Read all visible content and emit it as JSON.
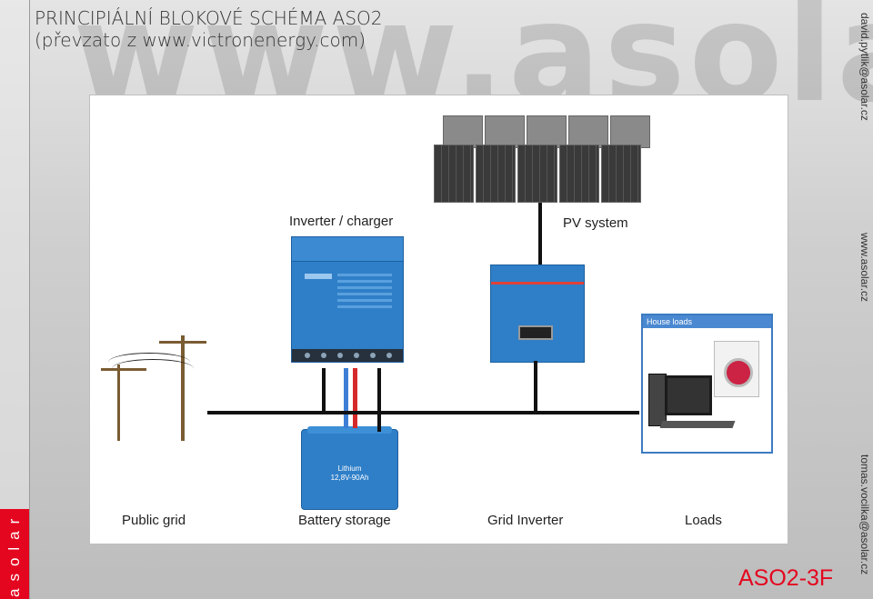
{
  "header": {
    "title_line1": "PRINCIPIÁLNÍ BLOKOVÉ SCHÉMA ASO2",
    "title_line2": "(převzato z www.victronenergy.com)"
  },
  "watermark": "www.asolar.cz",
  "brand_vertical": "asolar",
  "right_texts": [
    "david.pytlik@asolar.cz",
    "www.asolar.cz",
    "tomas.vocilka@asolar.cz"
  ],
  "slide_code": "ASO2-3F",
  "diagram": {
    "inverter_label": "Inverter / charger",
    "pv_label": "PV system",
    "loads_box_title": "House loads",
    "battery_text": [
      "Lithium",
      "12,8V-90Ah"
    ],
    "captions": {
      "public_grid": "Public grid",
      "battery_storage": "Battery storage",
      "grid_inverter": "Grid Inverter",
      "loads": "Loads"
    }
  },
  "colors": {
    "accent_red": "#e4061f",
    "victron_blue": "#2f7fc8"
  }
}
